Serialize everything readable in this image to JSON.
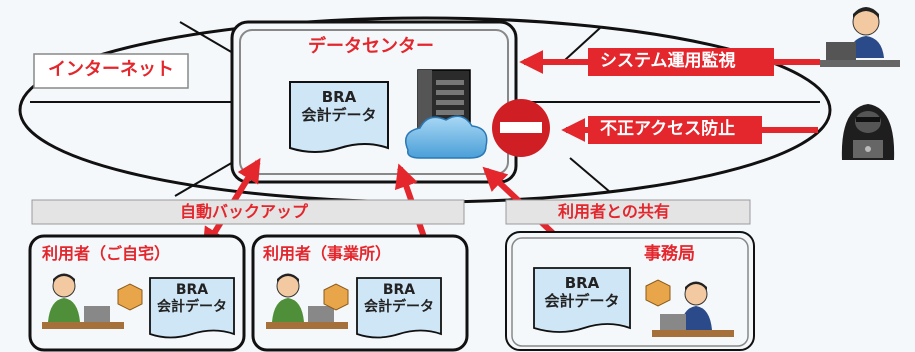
{
  "diagram": {
    "internet_label": "インターネット",
    "datacenter_label": "データセンター",
    "monitor_label": "システム運用監視",
    "protection_label": "不正アクセス防止",
    "auto_backup_label": "自動バックアップ",
    "share_label": "利用者との共有",
    "user_home_label": "利用者（ご自宅）",
    "user_office_label": "利用者（事業所）",
    "secretariat_label": "事務局",
    "doc_line1": "BRA",
    "doc_line2": "会計データ",
    "accent_red": "#e4262d",
    "cloud_blue": "#6bb6e8",
    "icons": [
      "server-icon",
      "cloud-icon",
      "no-entry-icon",
      "monitoring-person-icon",
      "hacker-icon",
      "user-laptop-icon",
      "package-icon"
    ]
  }
}
